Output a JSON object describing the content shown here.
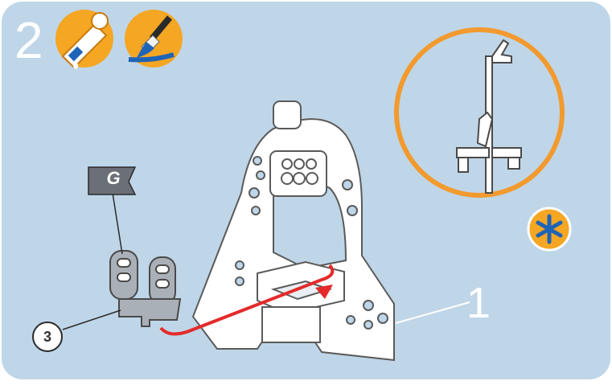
{
  "step": {
    "number": "2"
  },
  "icons": [
    "glue-icon",
    "paint-brush-icon",
    "asterisk-badge-icon"
  ],
  "parts": {
    "main_part_number": "1",
    "sub_part_number": "3",
    "flag_letter": "G"
  },
  "colors": {
    "panel_background": "#bfd6e8",
    "icon_orange": "#f5a623",
    "detail_circle_border": "#f29a2e",
    "assembly_arrow": "#e42a2a",
    "part_outline": "#5a5a5a",
    "sprue_part_fill": "#aab0b8",
    "flag_fill": "#6b6f78"
  }
}
